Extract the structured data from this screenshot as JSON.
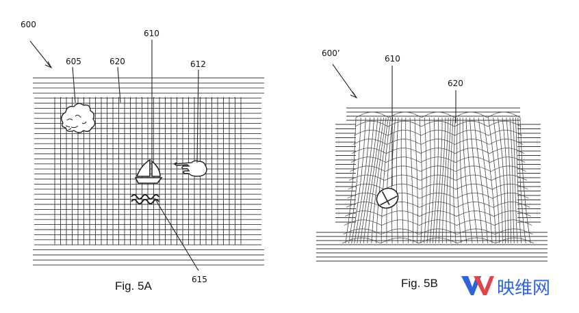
{
  "figure_a": {
    "caption": "Fig. 5A",
    "labels": {
      "ref_600": "600",
      "ref_605": "605",
      "ref_610": "610",
      "ref_620": "620",
      "ref_612": "612",
      "ref_615": "615"
    }
  },
  "figure_b": {
    "caption": "Fig. 5B",
    "labels": {
      "ref_600p": "600’",
      "ref_610": "610",
      "ref_620": "620"
    }
  },
  "watermark": {
    "text": "映维网",
    "logo_color": "#2f63d8"
  },
  "colors": {
    "line": "#333333",
    "wave": "#444444",
    "watermark": "#2f63d8"
  }
}
